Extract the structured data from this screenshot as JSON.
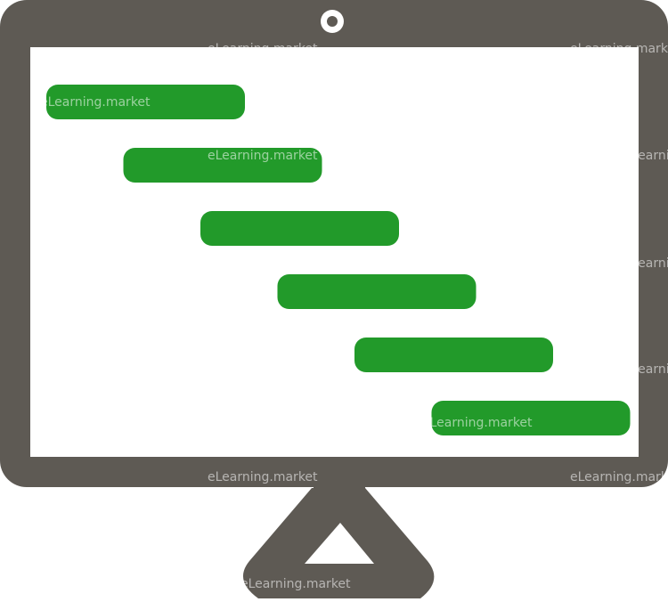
{
  "colors": {
    "frame": "#5e5a54",
    "screen": "#ffffff",
    "bar": "#229a2a",
    "camera": "#ffffff"
  },
  "icons": {
    "frame": "presentation-screen-icon",
    "bars": "gantt-chart-icon"
  },
  "gantt_bars": [
    {
      "start": 0,
      "duration": 1
    },
    {
      "start": 1,
      "duration": 1
    },
    {
      "start": 2,
      "duration": 1
    },
    {
      "start": 3,
      "duration": 1
    },
    {
      "start": 4,
      "duration": 1
    },
    {
      "start": 5,
      "duration": 1
    }
  ],
  "watermark": {
    "text": "eLearning.market"
  }
}
